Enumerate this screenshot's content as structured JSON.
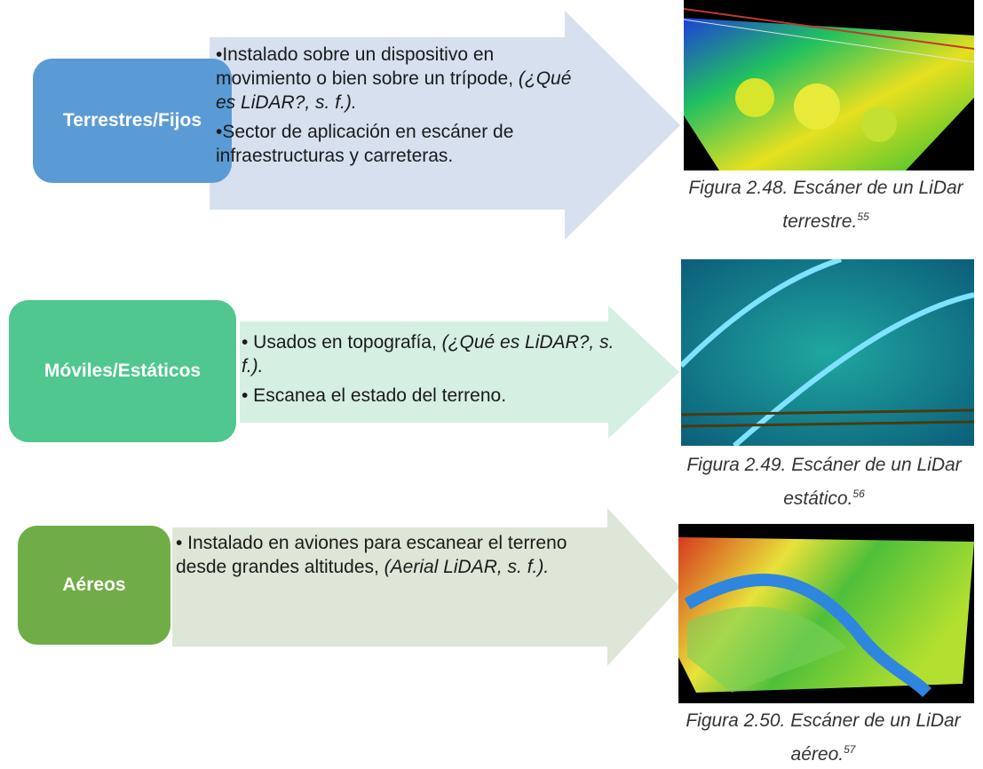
{
  "sections": [
    {
      "label": "Terrestres/Fijos",
      "color": "#5b9bd5",
      "arrow_color": "#d6e0ef",
      "bullets": [
        {
          "text": "•Instalado sobre un dispositivo en movimiento o bien sobre un trípode, ",
          "cite": "(¿Qué es LiDAR?, s. f.)."
        },
        {
          "text": "•Sector de aplicación en escáner de infraestructuras y carreteras.",
          "cite": ""
        }
      ],
      "caption_main": "Figura 2.48. Escáner de un LiDar terrestre.",
      "caption_ref": "55"
    },
    {
      "label": "Móviles/Estáticos",
      "color": "#4fc78e",
      "arrow_color": "#d5efe3",
      "bullets": [
        {
          "text": "• Usados en topografía, ",
          "cite": "(¿Qué es LiDAR?, s. f.)."
        },
        {
          "text": "• Escanea el estado del terreno.",
          "cite": ""
        }
      ],
      "caption_main": "Figura 2.49. Escáner de un LiDar estático.",
      "caption_ref": "56"
    },
    {
      "label": "Aéreos",
      "color": "#70ad47",
      "arrow_color": "#dde6d7",
      "bullets": [
        {
          "text": "• Instalado en aviones para escanear el terreno desde grandes altitudes, ",
          "cite": "(Aerial LiDAR, s. f.)."
        }
      ],
      "caption_main": "Figura 2.50. Escáner de un LiDar aéreo.",
      "caption_ref": "57"
    }
  ]
}
